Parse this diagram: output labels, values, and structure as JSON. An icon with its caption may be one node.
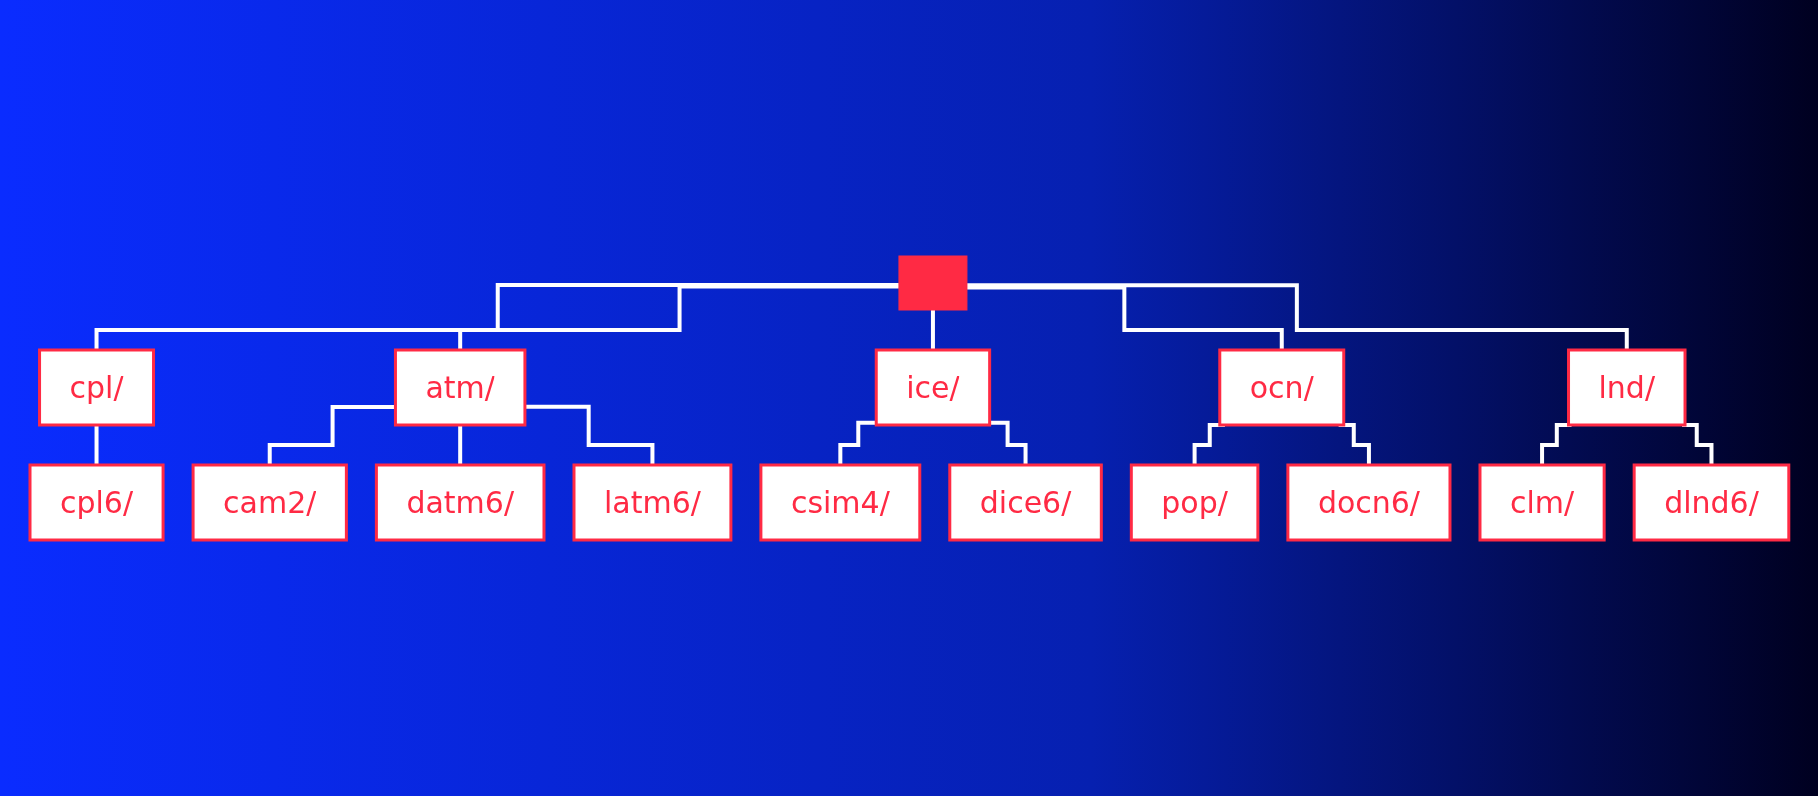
{
  "diagram": {
    "nodes": [
      {
        "text": [],
        "shape": "bar"
      },
      {
        "text": [
          "cpl/"
        ]
      },
      {
        "text": [
          "cpl6/"
        ]
      },
      {
        "text": [
          "atm/"
        ]
      },
      {
        "text": [
          "cam2/"
        ]
      },
      {
        "text": [
          "datm6/"
        ]
      },
      {
        "text": [
          "latm6/"
        ]
      },
      {
        "text": [
          "ice/"
        ]
      },
      {
        "text": [
          "csim4/"
        ]
      },
      {
        "text": [
          "dice6/"
        ]
      },
      {
        "text": [
          "ocn/"
        ]
      },
      {
        "text": [
          "pop/"
        ]
      },
      {
        "text": [
          "docn6/"
        ]
      },
      {
        "text": [
          "lnd/"
        ]
      },
      {
        "text": [
          "clm/"
        ]
      },
      {
        "text": [
          "dlnd6/"
        ]
      }
    ],
    "edges": [
      {
        "from": 0,
        "to": 1,
        "arrow": "none"
      },
      {
        "from": 0,
        "to": 3,
        "arrow": "none"
      },
      {
        "from": 0,
        "to": 7,
        "arrow": "none"
      },
      {
        "from": 0,
        "to": 10,
        "arrow": "none"
      },
      {
        "from": 0,
        "to": 13,
        "arrow": "none"
      },
      {
        "from": 1,
        "to": 2,
        "arrow": "none"
      },
      {
        "from": 3,
        "to": 4,
        "arrow": "none"
      },
      {
        "from": 3,
        "to": 5,
        "arrow": "none"
      },
      {
        "from": 3,
        "to": 6,
        "arrow": "none"
      },
      {
        "from": 7,
        "to": 8,
        "arrow": "none"
      },
      {
        "from": 7,
        "to": 9,
        "arrow": "none"
      },
      {
        "from": 10,
        "to": 11,
        "arrow": "none"
      },
      {
        "from": 10,
        "to": 12,
        "arrow": "none"
      },
      {
        "from": 13,
        "to": 14,
        "arrow": "none"
      },
      {
        "from": 13,
        "to": 15,
        "arrow": "none"
      }
    ]
  }
}
